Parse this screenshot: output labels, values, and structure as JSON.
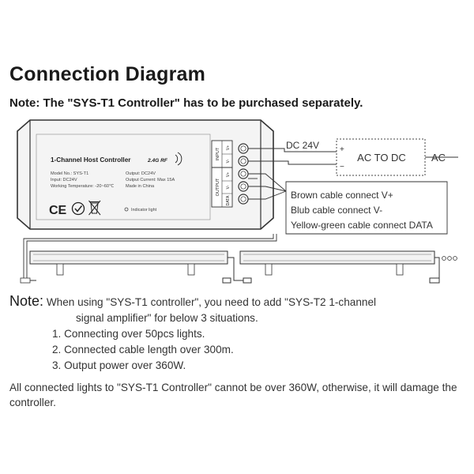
{
  "heading": {
    "title": "Connection Diagram",
    "note": "Note: The \"SYS-T1 Controller\" has to be purchased separately."
  },
  "controller": {
    "name": "1-Channel Host Controller",
    "rf_badge": "2.4G RF",
    "model": "Model No.: SYS-T1",
    "input": "Input: DC24V",
    "working_temp": "Working Temperature: -20~60℃",
    "output": "Output: DC24V",
    "output_current": "Output Current: Max 15A",
    "made_in": "Made in China",
    "indicator": "Indicator light",
    "ce_mark": "CE",
    "input_label": "INPUT",
    "output_label": "OUTPUT",
    "terminals": [
      "V+",
      "V-",
      "V+",
      "V-",
      "DATA"
    ]
  },
  "wiring": {
    "dc_label": "DC 24V",
    "plus": "+",
    "minus": "−",
    "adapter": "AC TO DC",
    "ac": "AC",
    "brown": "Brown cable connect V+",
    "blue": "Blub cable connect V-",
    "yellow_green": "Yellow-green cable connect DATA"
  },
  "note2": {
    "label": "Note:",
    "intro_1": "When using \"SYS-T1 controller\", you need to add \"SYS-T2 1-channel",
    "intro_2": "signal amplifier\" for below 3 situations.",
    "items": [
      "1. Connecting over 50pcs lights.",
      "2. Connected cable length over 300m.",
      "3. Output power over 360W."
    ]
  },
  "warning": "All connected lights to \"SYS-T1 Controller\" cannot be over 360W, otherwise, it will damage the controller."
}
